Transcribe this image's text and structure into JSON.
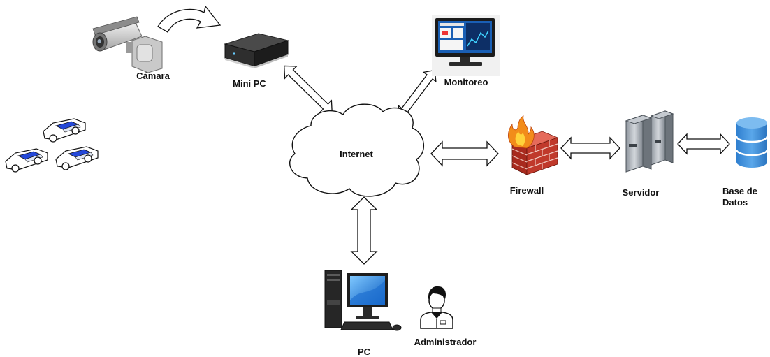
{
  "nodes": {
    "camera": {
      "label": "Cámara",
      "icon": "security-camera-icon"
    },
    "mini_pc": {
      "label": "Mini PC",
      "icon": "mini-pc-icon"
    },
    "monitoring": {
      "label": "Monitoreo",
      "icon": "monitor-icon"
    },
    "internet": {
      "label": "Internet",
      "icon": "cloud-icon"
    },
    "firewall": {
      "label": "Firewall",
      "icon": "firewall-icon"
    },
    "server": {
      "label": "Servidor",
      "icon": "server-icon"
    },
    "database": {
      "label_line1": "Base de",
      "label_line2": "Datos",
      "icon": "database-icon"
    },
    "pc": {
      "label": "PC",
      "icon": "desktop-computer-icon"
    },
    "admin": {
      "label": "Administrador",
      "icon": "administrator-icon"
    },
    "vehicles": {
      "icon": "police-car-icon",
      "count": 3
    }
  },
  "colors": {
    "line": "#111111",
    "monitor_screen": "#1a5fb4",
    "firewall_brick": "#c0392b",
    "flame": "#f28c1a",
    "database": "#3a8fd9",
    "server": "#a9b0b8"
  }
}
